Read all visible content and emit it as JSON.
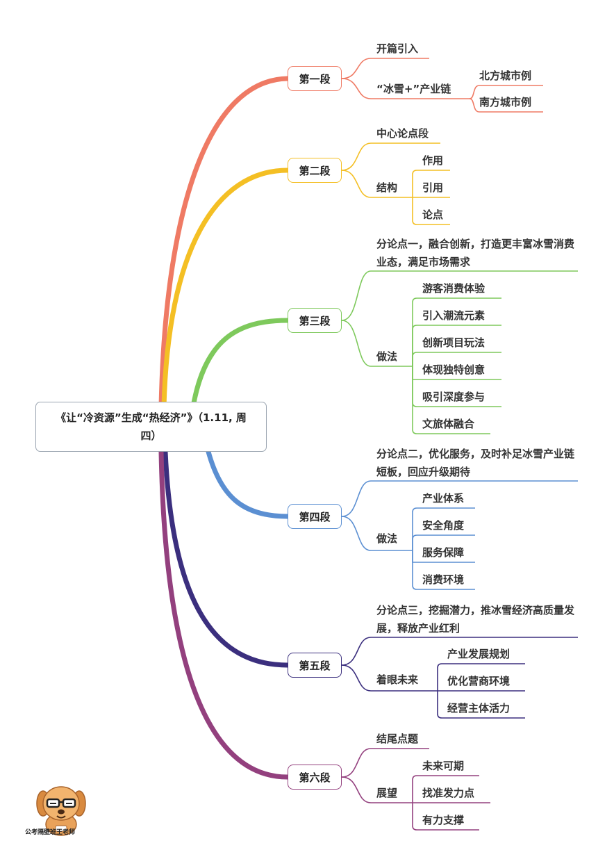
{
  "root": {
    "title": "《让“冷资源”生成“热经济”》（1.11, 周四）"
  },
  "colors": {
    "s1": "#ef7a64",
    "s2": "#f4bf24",
    "s3": "#7ec95c",
    "s4": "#5b8fd2",
    "s5": "#3b2f7e",
    "s6": "#93407e"
  },
  "sections": {
    "s1": {
      "label": "第一段",
      "a": "开篇引入",
      "b": "“冰雪+”产业链",
      "b1": "北方城市例",
      "b2": "南方城市例"
    },
    "s2": {
      "label": "第二段",
      "a": "中心论点段",
      "b": "结构",
      "b1": "作用",
      "b2": "引用",
      "b3": "论点"
    },
    "s3": {
      "label": "第三段",
      "a": "分论点一，融合创新，打造更丰富冰雪消费业态，满足市场需求",
      "b": "做法",
      "b1": "游客消费体验",
      "b2": "引入潮流元素",
      "b3": "创新项目玩法",
      "b4": "体现独特创意",
      "b5": "吸引深度参与",
      "b6": "文旅体融合"
    },
    "s4": {
      "label": "第四段",
      "a": "分论点二，优化服务，及时补足冰雪产业链短板，回应升级期待",
      "b": "做法",
      "b1": "产业体系",
      "b2": "安全角度",
      "b3": "服务保障",
      "b4": "消费环境"
    },
    "s5": {
      "label": "第五段",
      "a": "分论点三，挖掘潜力，推冰雪经济高质量发展，释放产业红利",
      "b": "着眼未来",
      "b1": "产业发展规划",
      "b2": "优化营商环境",
      "b3": "经营主体活力"
    },
    "s6": {
      "label": "第六段",
      "a": "结尾点题",
      "b": "展望",
      "b1": "未来可期",
      "b2": "找准发力点",
      "b3": "有力支撑"
    }
  },
  "logo": {
    "caption": "公考隔壁班王老师",
    "icon": "cartoon-dog-with-glasses-icon"
  }
}
